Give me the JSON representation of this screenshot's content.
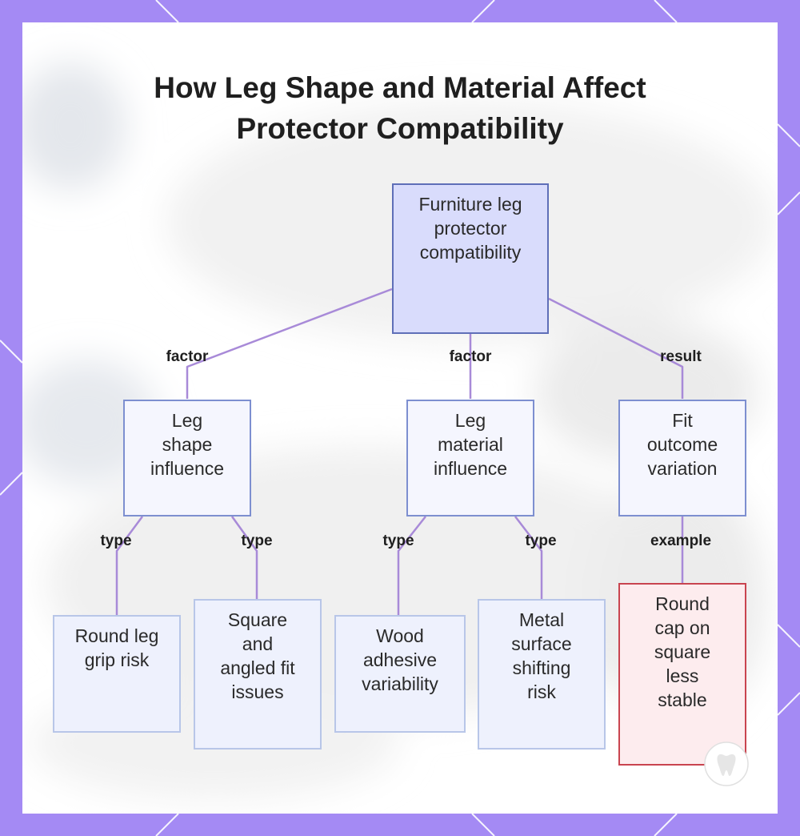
{
  "title": {
    "line1": "How Leg Shape and Material Affect",
    "line2": "Protector Compatibility"
  },
  "nodes": {
    "root": {
      "lines": [
        "Furniture leg",
        "protector",
        "compatibility"
      ]
    },
    "shape": {
      "lines": [
        "Leg",
        "shape",
        "influence"
      ]
    },
    "material": {
      "lines": [
        "Leg",
        "material",
        "influence"
      ]
    },
    "fit": {
      "lines": [
        "Fit",
        "outcome",
        "variation"
      ]
    },
    "round": {
      "lines": [
        "Round leg",
        "grip risk"
      ]
    },
    "square": {
      "lines": [
        "Square",
        "and",
        "angled fit",
        "issues"
      ]
    },
    "wood": {
      "lines": [
        "Wood",
        "adhesive",
        "variability"
      ]
    },
    "metal": {
      "lines": [
        "Metal",
        "surface",
        "shifting",
        "risk"
      ]
    },
    "cap": {
      "lines": [
        "Round",
        "cap on",
        "square",
        "less",
        "stable"
      ]
    }
  },
  "edges": {
    "root_shape": "factor",
    "root_material": "factor",
    "root_fit": "result",
    "shape_round": "type",
    "shape_square": "type",
    "material_wood": "type",
    "material_metal": "type",
    "fit_cap": "example"
  },
  "colors": {
    "frame": "#a48af4",
    "edge": "#a88ad8",
    "root_fill": "#d9dcfc",
    "highlight_border": "#c9444f"
  },
  "icons": [
    "tooth-icon"
  ]
}
